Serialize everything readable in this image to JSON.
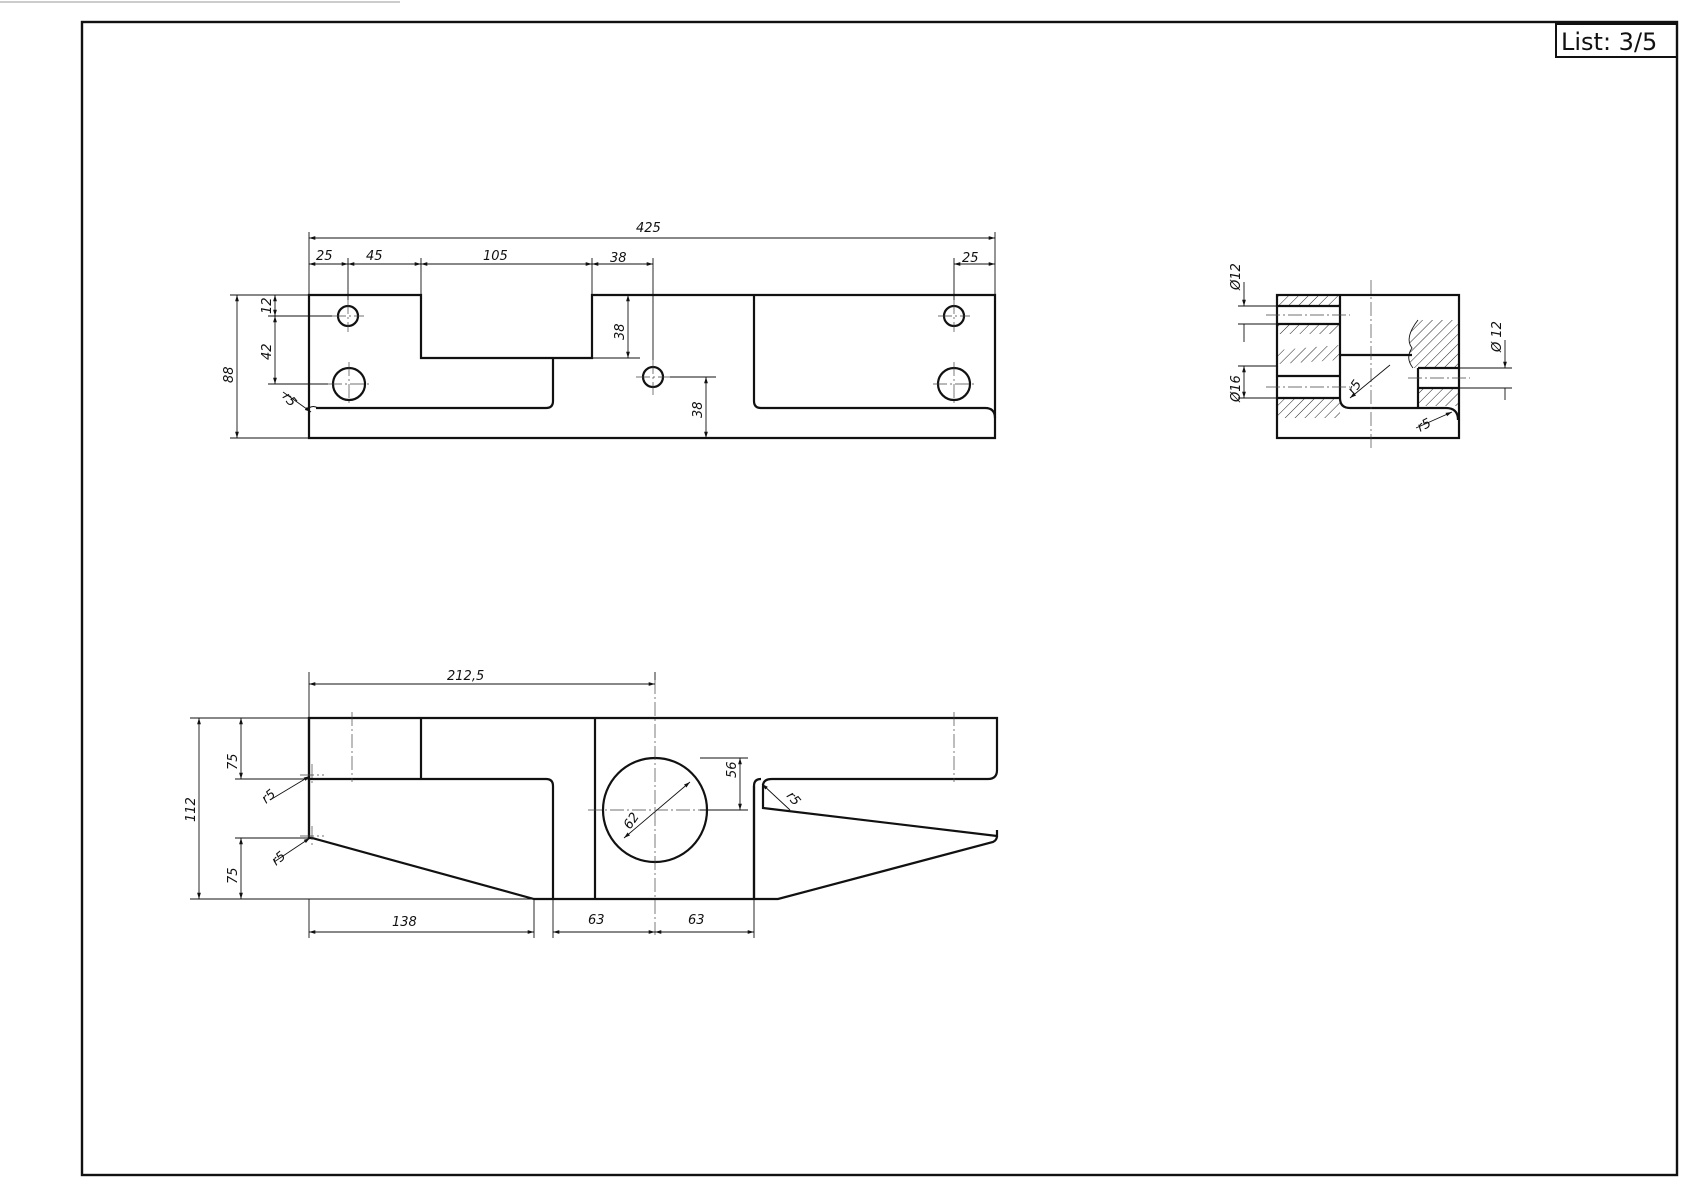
{
  "sheet": {
    "number_label": "List: 3/5"
  },
  "views": {
    "top_view": {
      "dimensions": {
        "overall_length": "425",
        "left_offset": "25",
        "hole_spacing": "45",
        "slot_width": "105",
        "slot_gap": "38",
        "right_offset": "25",
        "height": "88",
        "upper_hole_y": "12",
        "lower_hole_y": "42",
        "slot_depth": "38",
        "center_hole_height": "38",
        "corner_radius": "r5"
      }
    },
    "front_view": {
      "dimensions": {
        "half_length": "212,5",
        "left_height": "75",
        "overall_height": "112",
        "lower_height": "75",
        "bottom_left": "138",
        "bottom_center_left": "63",
        "bottom_center_right": "63",
        "circle_height": "56",
        "circle_diameter": "62",
        "radius_upper_left": "r5",
        "radius_lower_left": "r5",
        "radius_right": "r5"
      }
    },
    "side_section": {
      "dimensions": {
        "upper_bore": "Ø12",
        "right_bore": "Ø 12",
        "lower_bore": "Ø16",
        "inner_radius": "r5",
        "corner_radius": "r5"
      }
    }
  }
}
